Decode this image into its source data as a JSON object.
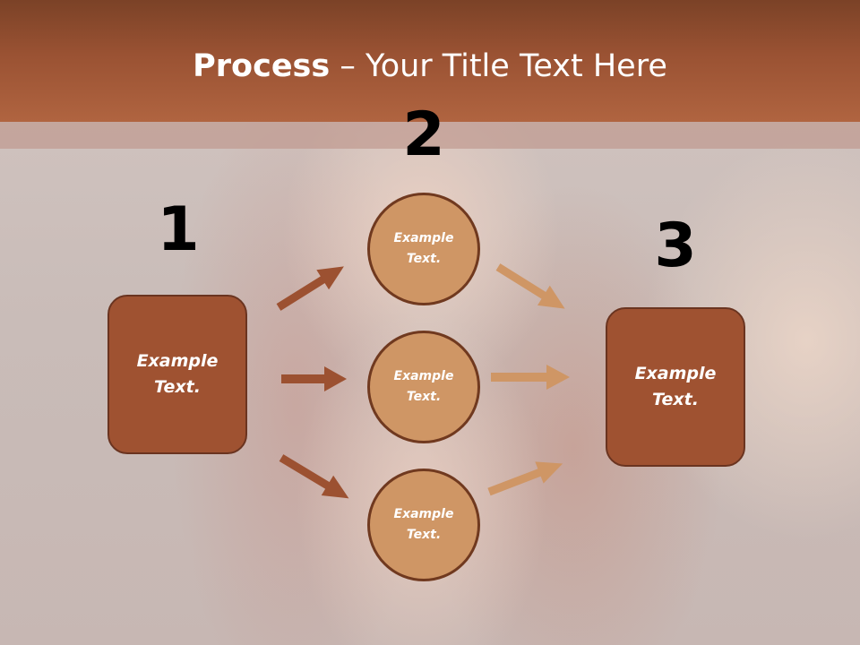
{
  "title": {
    "bold": "Process",
    "rest": " – Your Title Text Here"
  },
  "steps": {
    "one": {
      "number": "1",
      "text": "Example Text."
    },
    "two": {
      "number": "2"
    },
    "three": {
      "number": "3",
      "text": "Example Text."
    }
  },
  "circles": [
    {
      "text": "Example Text."
    },
    {
      "text": "Example Text."
    },
    {
      "text": "Example Text."
    }
  ],
  "colors": {
    "box_fill": "#9f5231",
    "circle_fill": "#cf9665",
    "arrow_left": "#9c5131",
    "arrow_right": "#cf9665",
    "header": "#9a5233"
  }
}
